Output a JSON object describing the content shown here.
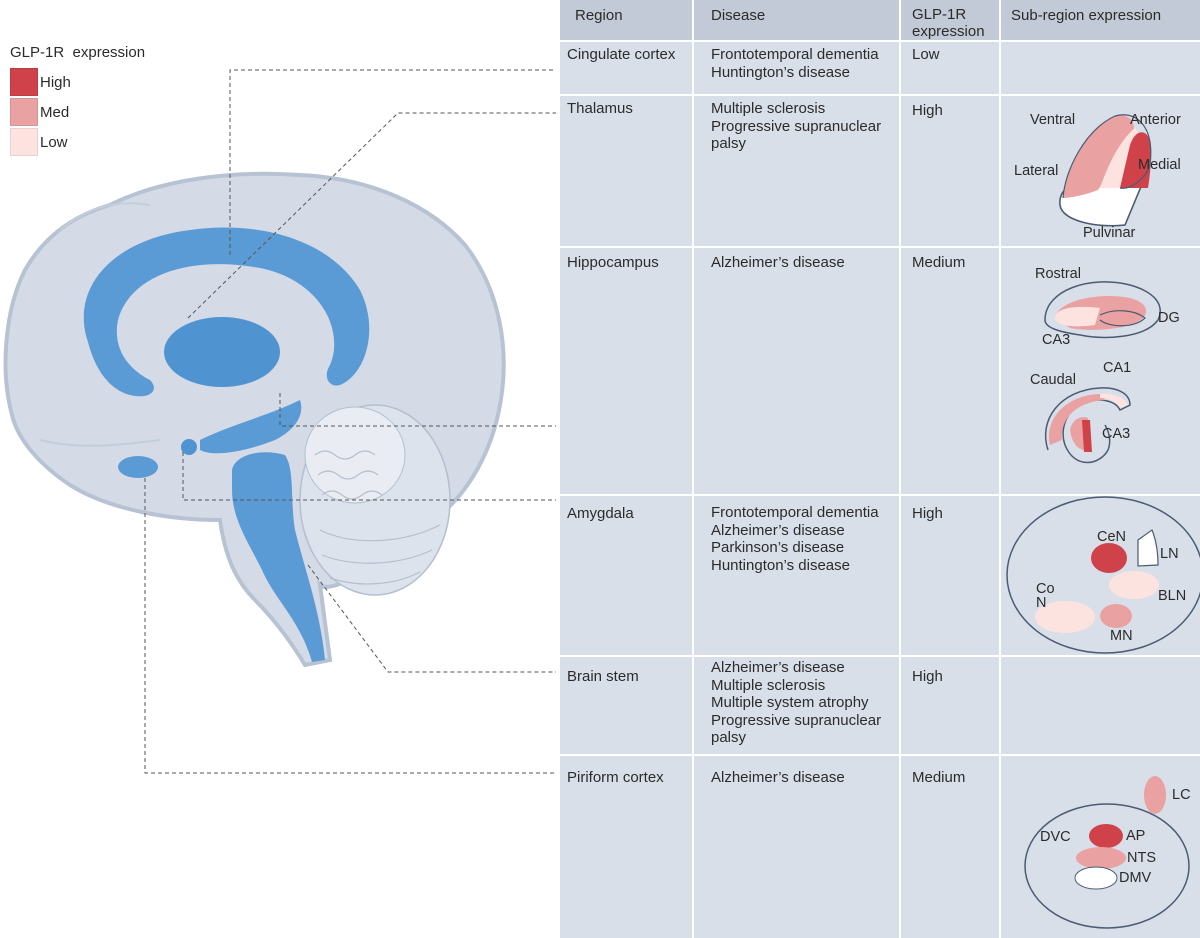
{
  "legend": {
    "title": "GLP-1R  expression",
    "items": [
      {
        "label": "High",
        "color": "#cf424a"
      },
      {
        "label": "Med",
        "color": "#e9a1a2"
      },
      {
        "label": "Low",
        "color": "#fde3df"
      }
    ]
  },
  "table": {
    "headers": {
      "region": "Region",
      "disease": "Disease",
      "expression_line1": "GLP-1R",
      "expression_line2": "expression",
      "subregion": "Sub-region expression"
    },
    "rows": [
      {
        "region": "Cingulate cortex",
        "diseases": [
          "Frontotemporal dementia",
          "Huntington’s disease"
        ],
        "expression": "Low"
      },
      {
        "region": "Thalamus",
        "diseases": [
          "Multiple sclerosis",
          "Progressive supranuclear",
          "palsy"
        ],
        "expression": "High"
      },
      {
        "region": "Hippocampus",
        "diseases": [
          "Alzheimer’s disease"
        ],
        "expression": "Medium"
      },
      {
        "region": "Amygdala",
        "diseases": [
          "Frontotemporal dementia",
          "Alzheimer’s disease",
          "Parkinson’s disease",
          "Huntington’s disease"
        ],
        "expression": "High"
      },
      {
        "region": "Brain stem",
        "diseases": [
          "Alzheimer’s disease",
          "Multiple sclerosis",
          "Multiple system atrophy",
          "Progressive supranuclear",
          "palsy"
        ],
        "expression": "High"
      },
      {
        "region": "Piriform cortex",
        "diseases": [
          "Alzheimer’s disease"
        ],
        "expression": "Medium"
      }
    ]
  },
  "subregions": {
    "thalamus": {
      "ventral": "Ventral",
      "anterior": "Anterior",
      "lateral": "Lateral",
      "medial": "Medial",
      "pulvinar": "Pulvinar"
    },
    "hippocampus": {
      "rostral": "Rostral",
      "dg": "DG",
      "ca3_top": "CA3",
      "caudal": "Caudal",
      "ca1": "CA1",
      "ca3_bottom": "CA3"
    },
    "amygdala": {
      "cen": "CeN",
      "ln": "LN",
      "con_line1": "Co",
      "con_line2": "N",
      "bln": "BLN",
      "mn": "MN"
    },
    "brainstem": {
      "lc": "LC",
      "dvc": "DVC",
      "ap": "AP",
      "nts": "NTS",
      "dmv": "DMV"
    }
  }
}
